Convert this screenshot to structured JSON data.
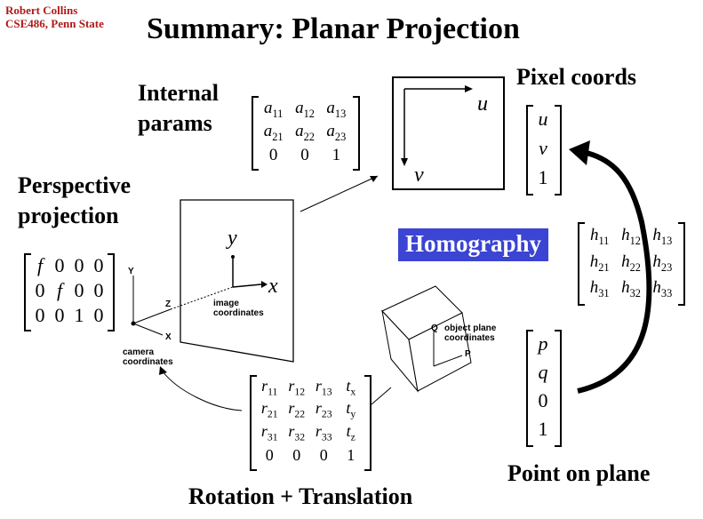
{
  "author": {
    "line1": "Robert Collins",
    "line2": "CSE486, Penn State"
  },
  "title": "Summary: Planar Projection",
  "headings": {
    "internal_params": [
      "Internal",
      "params"
    ],
    "perspective": [
      "Perspective",
      "projection"
    ],
    "pixel_coords": "Pixel coords",
    "point_on_plane": "Point on plane",
    "rotation_translation": "Rotation + Translation",
    "homography": "Homography"
  },
  "matrices": {
    "internal": [
      [
        "a11",
        "a12",
        "a13"
      ],
      [
        "a21",
        "a22",
        "a23"
      ],
      [
        "0",
        "0",
        "1"
      ]
    ],
    "pixel": [
      "u",
      "v",
      "1"
    ],
    "perspective": [
      [
        "f",
        "0",
        "0",
        "0"
      ],
      [
        "0",
        "f",
        "0",
        "0"
      ],
      [
        "0",
        "0",
        "1",
        "0"
      ]
    ],
    "homography": [
      [
        "h11",
        "h12",
        "h13"
      ],
      [
        "h21",
        "h22",
        "h23"
      ],
      [
        "h31",
        "h32",
        "h33"
      ]
    ],
    "plane_point": [
      "p",
      "q",
      "0",
      "1"
    ],
    "rt": [
      [
        "r11",
        "r12",
        "r13",
        "tx"
      ],
      [
        "r21",
        "r22",
        "r23",
        "ty"
      ],
      [
        "r31",
        "r32",
        "r33",
        "tz"
      ],
      [
        "0",
        "0",
        "0",
        "1"
      ]
    ]
  },
  "labels": {
    "u": "u",
    "v": "v",
    "x": "x",
    "y": "y",
    "image_coords": [
      "image",
      "coordinates"
    ],
    "camera_coords": [
      "camera",
      "coordinates"
    ],
    "object_plane": [
      "object plane",
      "coordinates"
    ],
    "axis_X": "X",
    "axis_Y": "Y",
    "axis_Z": "Z",
    "axis_P": "P",
    "axis_Q": "Q"
  }
}
